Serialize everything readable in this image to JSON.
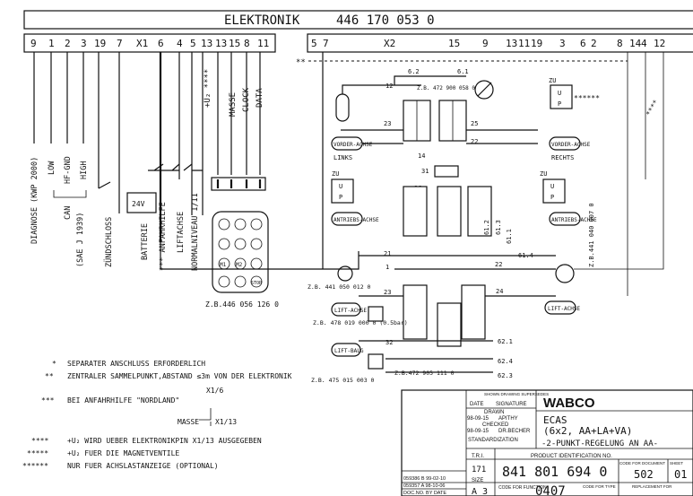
{
  "header": {
    "title": "ELEKTRONIK",
    "part_number": "446 170 053 0"
  },
  "x1": {
    "label": "X1",
    "pins": [
      "9",
      "1",
      "2",
      "3",
      "19",
      "7",
      "6",
      "4",
      "5",
      "13",
      "13",
      "15",
      "8",
      "11"
    ]
  },
  "x2": {
    "label": "X2",
    "pins_left": [
      "5",
      "7"
    ],
    "pins_mid": [
      "15",
      "9"
    ],
    "pins_right": [
      "13",
      "11",
      "19",
      "3",
      "6",
      "2",
      "8",
      "14",
      "4",
      "12"
    ]
  },
  "top_labels": {
    "ub": "+U₂ ****",
    "masse": "MASSE",
    "clock": "CLOCK",
    "data": "DATA"
  },
  "left_vertical_labels": {
    "diagnose": "DIAGNOSE (KWP 2000)",
    "low": "LOW",
    "hf_gnd": "HF-GND",
    "high": "HIGH",
    "can": "CAN",
    "sae": "(SAE J 1939)",
    "zuendschloss": "ZÜNDSCHLOSS",
    "batterie": "BATTERIE",
    "anfahrhilfe": "*** ANFAHRHILFE",
    "liftachse": "LIFTACHSE",
    "normalniveau": "NORMALNIVEAU I/II"
  },
  "battery_label": "24V",
  "remote": {
    "label": "Z.B.446 056 126 0",
    "keys": [
      "M1",
      "M2",
      "STOP"
    ]
  },
  "valves": {
    "top_ref": "Z.B. 472 900 058 0",
    "top_ports": [
      "6.2",
      "6.1",
      "12",
      "23",
      "25",
      "22",
      "14"
    ],
    "vorderachse": "VORDER-ACHSE",
    "links": "LINKS",
    "rechts": "RECHTS",
    "zu": "ZU",
    "u": "U",
    "p": "P",
    "antriebsachse": "ANTRIEBS-ACHSE",
    "antriebsachse_r": "ANTRIEBS-ACHSE",
    "mid_ports": [
      "31",
      "26",
      "21",
      "61.2",
      "61.3",
      "61.1",
      "61.4",
      "1",
      "22"
    ],
    "right_ref": "Z.B.441 040 007 0",
    "left_ref": "Z.B. 441 050 012 0",
    "lower_ports": [
      "23",
      "24",
      "62.1",
      "62.4",
      "62.3",
      "32"
    ],
    "lift_achse": "LIFT-ACHSE",
    "lift_achse_r": "LIFT-ACHSE",
    "lift_balg": "LIFT-BALG",
    "ref_478": "Z.B. 478 019 000 0 (0.5bar)",
    "ref_472": "Z.B.472 905 111 0",
    "ref_475": "Z.B. 475 015 003 0",
    "asterisks": "**"
  },
  "notes": [
    {
      "mark": "*",
      "text": "SEPARATER ANSCHLUSS ERFORDERLICH"
    },
    {
      "mark": "**",
      "text": "ZENTRALER SAMMELPUNKT,ABSTAND ≤3m VON DER ELEKTRONIK"
    },
    {
      "mark": "***",
      "text": "BEI ANFAHRHILFE \"NORDLAND\""
    },
    {
      "mark": "****",
      "text": "+U₂ WIRD UEBER ELEKTRONIKPIN X1/13 AUSGEGEBEN"
    },
    {
      "mark": "*****",
      "text": "+U₂ FUER DIE MAGNETVENTILE"
    },
    {
      "mark": "******",
      "text": "NUR FUER ACHSLASTANZEIGE (OPTIONAL)"
    }
  ],
  "nordland": {
    "x16": "X1/6",
    "masse": "MASSE",
    "x113": "X1/13"
  },
  "title_block": {
    "hdr_small": "SHOWN DRAWING SUPERSEDES",
    "date": "DATE",
    "signature": "SIGNATURE",
    "drawn": "DRAWN",
    "drawn_date": "98-09-15",
    "drawn_by": "APITHY",
    "checked": "CHECKED",
    "checked_date": "98-09-15",
    "checked_by": "DR.BECHER",
    "standardization": "STANDARDIZATION",
    "company": "WABCO",
    "title1": "ECAS",
    "title2": "(6x2, AA+LA+VA)",
    "title3": "-2-PUNKT-REGELUNG AN AA-",
    "tri": "T.R.I.",
    "tri_val": "171",
    "pid_label": "PRODUCT IDENTIFICATION NO.",
    "pid": "841 801 694 0",
    "doc_label": "CODE FOR DOCUMENT",
    "doc": "502",
    "sheet_label": "SHEET",
    "sheet": "01",
    "size": "SIZE",
    "size_val": "A 3",
    "fn_label": "CODE FOR FUNCTION",
    "fn": "0407",
    "type_label": "CODE FOR TYPE",
    "repl_label": "REPLACEMENT FOR",
    "rev1": "059386 B 99-02-10",
    "rev2": "059357 A 98-10-06",
    "rev_hdr": "DOC.NO. BY DATE"
  }
}
